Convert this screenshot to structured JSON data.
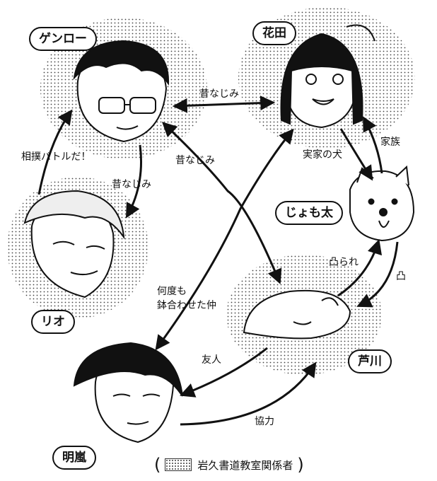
{
  "characters": {
    "genro": "ゲンロー",
    "hanada": "花田",
    "jomota": "じょも太",
    "rio": "リオ",
    "ashikawa": "芦川",
    "akira": "明嵐"
  },
  "relations": {
    "genro_hanada": "昔なじみ",
    "genro_rio": "昔なじみ",
    "ashikawa_genro": "昔なじみ",
    "rio_genro": "相撲バトルだ！",
    "hanada_jomota": "実家の犬",
    "jomota_hanada": "家族",
    "akira_hanada_line1": "何度も",
    "akira_hanada_line2": "鉢合わせた仲",
    "ashikawa_akira": "友人",
    "akira_ashikawa": "協力",
    "ashikawa_jomota": "凸られ",
    "jomota_ashikawa": "凸"
  },
  "legend": {
    "open": "(",
    "label": "岩久書道教室関係者",
    "close": ")"
  },
  "colors": {
    "ink": "#111111",
    "screentone": "#444444",
    "paper": "#ffffff"
  }
}
